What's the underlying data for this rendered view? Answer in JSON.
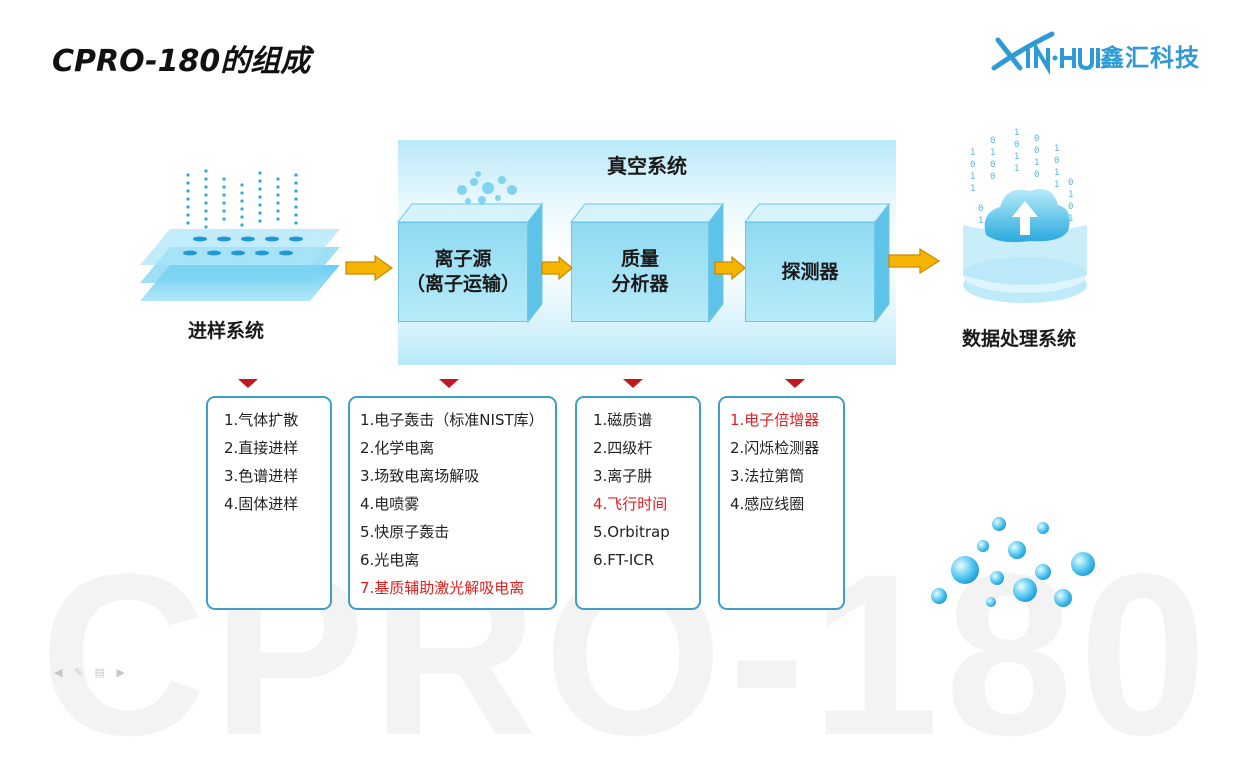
{
  "watermark": "CPRO-180",
  "title": "CPRO-180的组成",
  "logo": {
    "letters": "XIN·HUI",
    "text": "鑫汇科技"
  },
  "diagram": {
    "vacuum_label": "真空系统",
    "sampling_label": "进样系统",
    "ion_source": {
      "line1": "离子源",
      "line2": "（离子运输）"
    },
    "mass_analyzer": {
      "line1": "质量",
      "line2": "分析器"
    },
    "detector": "探测器",
    "data_label": "数据处理系统"
  },
  "lists": {
    "sampling": [
      {
        "text": "1.气体扩散",
        "highlight": false
      },
      {
        "text": "2.直接进样",
        "highlight": false
      },
      {
        "text": "3.色谱进样",
        "highlight": false
      },
      {
        "text": "4.固体进样",
        "highlight": false
      }
    ],
    "ion_source": [
      {
        "text": "1.电子轰击（标准NIST库）",
        "highlight": false
      },
      {
        "text": "2.化学电离",
        "highlight": false
      },
      {
        "text": "3.场致电离场解吸",
        "highlight": false
      },
      {
        "text": "4.电喷雾",
        "highlight": false
      },
      {
        "text": "5.快原子轰击",
        "highlight": false
      },
      {
        "text": "6.光电离",
        "highlight": false
      },
      {
        "text": "7.基质辅助激光解吸电离",
        "highlight": true
      }
    ],
    "mass_analyzer": [
      {
        "text": "1.磁质谱",
        "highlight": false
      },
      {
        "text": "2.四级杆",
        "highlight": false
      },
      {
        "text": "3.离子肼",
        "highlight": false
      },
      {
        "text": "4.飞行时间",
        "highlight": true
      },
      {
        "text": "5.Orbitrap",
        "highlight": false
      },
      {
        "text": "6.FT-ICR",
        "highlight": false
      }
    ],
    "detector": [
      {
        "text": "1.电子倍增器",
        "highlight": true
      },
      {
        "text": "2.闪烁检测器",
        "highlight": false
      },
      {
        "text": "3.法拉第筒",
        "highlight": false
      },
      {
        "text": "4.感应线圈",
        "highlight": false
      }
    ]
  },
  "colors": {
    "highlight": "#e02020",
    "panel_border": "#3f9fc6",
    "arrow": "#f5b400",
    "marker": "#c0191f",
    "logo": "#2e9ad6"
  }
}
